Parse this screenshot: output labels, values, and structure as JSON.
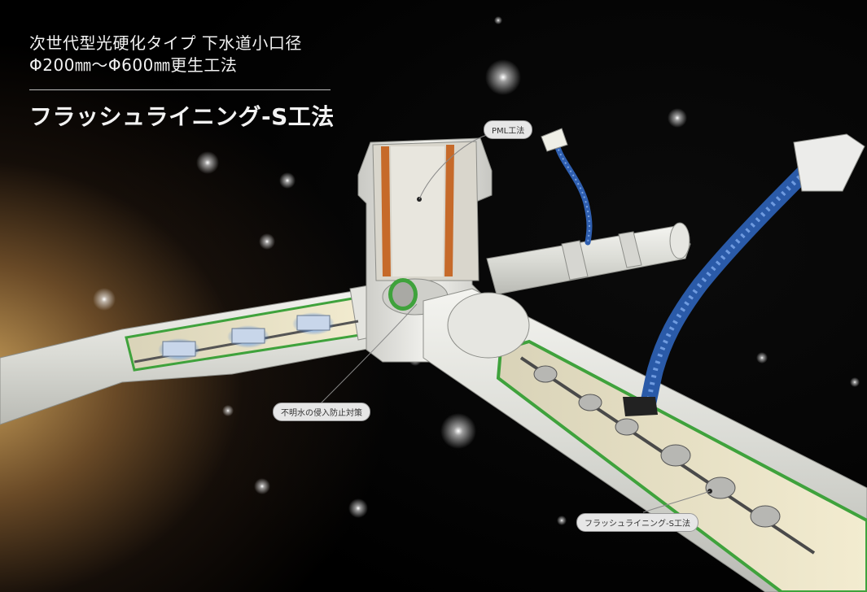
{
  "header": {
    "subtitle_line1": "次世代型光硬化タイプ 下水道小口径",
    "subtitle_line2": "Φ200㎜～Φ600㎜更生工法",
    "title": "フラッシュライニング-S工法"
  },
  "callouts": {
    "pml": "PML工法",
    "infiltration": "不明水の侵入防止対策",
    "flash_lining": "フラッシュライニング-S工法"
  },
  "icons": [
    "star-icon",
    "manhole-icon",
    "pipe-icon",
    "hose-icon",
    "robot-icon"
  ],
  "colors": {
    "pipe": "#e3e4df",
    "liner": "#3fa23c",
    "hose": "#2e5fae",
    "lining": "#c66a2a",
    "glow": "#d3a35f"
  }
}
